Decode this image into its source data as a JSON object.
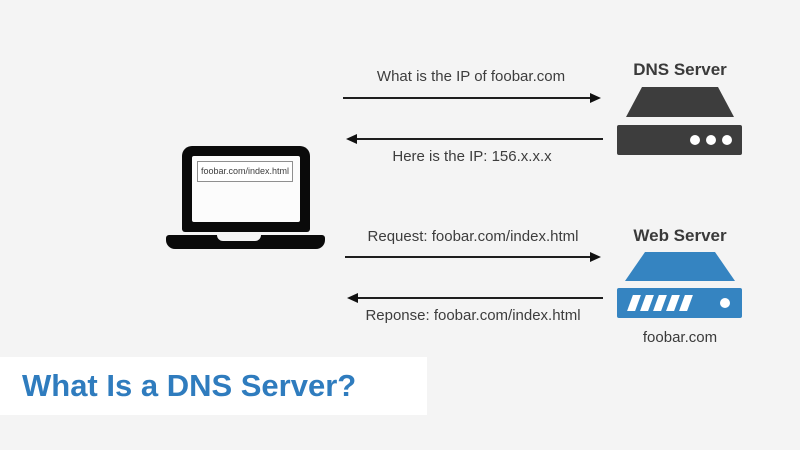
{
  "background_color": "#f4f4f4",
  "banner": {
    "title": "What Is a DNS Server?",
    "title_color": "#2f7cbe",
    "background": "#ffffff"
  },
  "client": {
    "device": "laptop",
    "address_bar": "foobar.com/index.html"
  },
  "dns_server": {
    "label": "DNS Server",
    "color": "#3d3d3d"
  },
  "web_server": {
    "label": "Web Server",
    "caption": "foobar.com",
    "color": "#3584c1"
  },
  "messages": [
    {
      "text": "What is the IP of foobar.com",
      "direction": "right"
    },
    {
      "text": "Here is the IP: 156.x.x.x",
      "direction": "left"
    },
    {
      "text": "Request: foobar.com/index.html",
      "direction": "right"
    },
    {
      "text": "Reponse: foobar.com/index.html",
      "direction": "left"
    }
  ]
}
